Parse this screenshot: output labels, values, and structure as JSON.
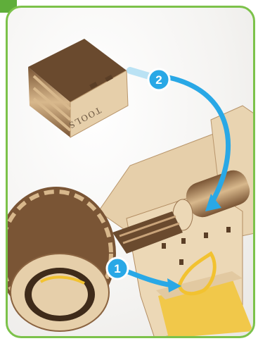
{
  "steps": [
    {
      "number": "1"
    },
    {
      "number": "2"
    }
  ],
  "parts": {
    "tool_box_label": "TOOLS"
  },
  "colors": {
    "frame_border": "#7cc24a",
    "arrow": "#29a8e6",
    "wood_light": "#e6cfaa",
    "wood_dark": "#6a4a2e",
    "rope": "#f2c230"
  }
}
